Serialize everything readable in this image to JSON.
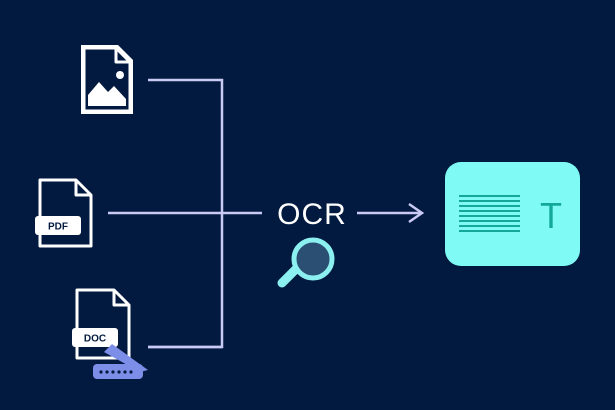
{
  "diagram": {
    "inputs": [
      {
        "kind": "image",
        "icon": "image-file-icon",
        "tag": ""
      },
      {
        "kind": "pdf",
        "icon": "pdf-file-icon",
        "tag": "PDF"
      },
      {
        "kind": "doc",
        "icon": "doc-file-icon",
        "tag": "DOC"
      }
    ],
    "process": {
      "label": "OCR",
      "icon": "magnifier-icon"
    },
    "output": {
      "icon": "text-document-icon",
      "glyph": "T"
    },
    "colors": {
      "background": "#021a3f",
      "line": "#c9cbf5",
      "output_card": "#7ffaf4",
      "output_text": "#14a89a",
      "magnifier_rim": "#8cf0f0",
      "scanner": "#7c8ee8"
    }
  }
}
